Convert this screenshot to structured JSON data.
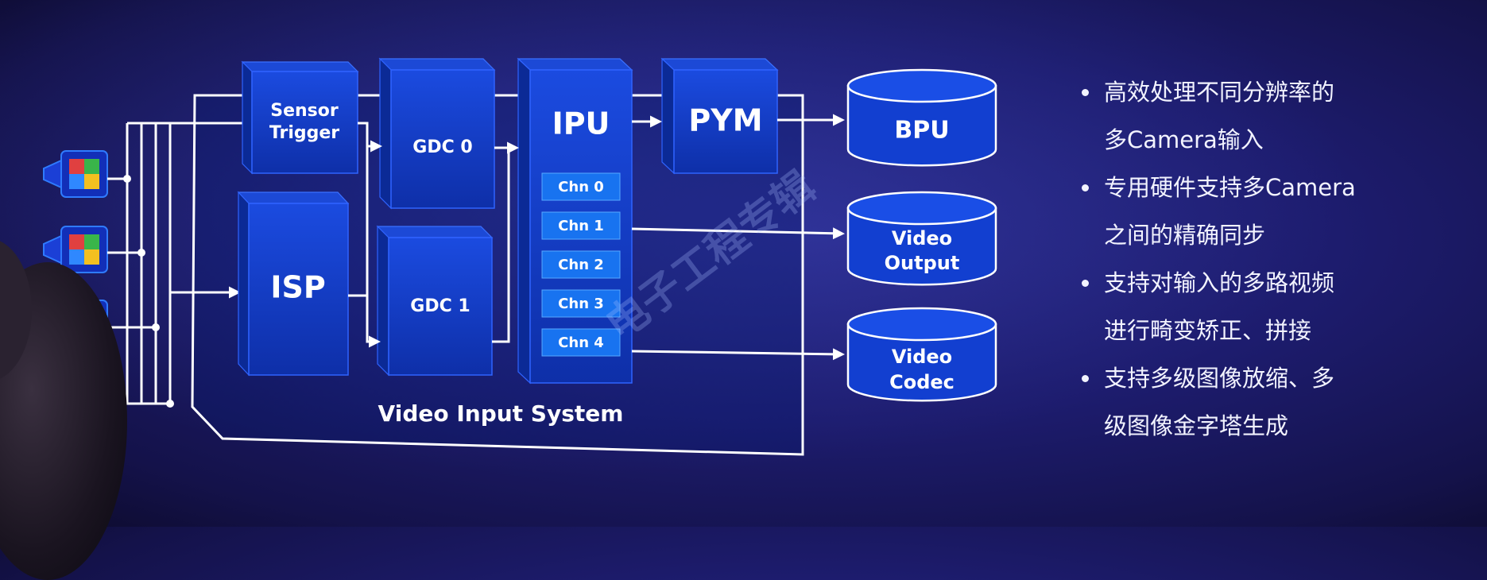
{
  "diagram": {
    "frame_label": "Video Input System",
    "boxes": {
      "sensor_trigger": [
        "Sensor",
        "Trigger"
      ],
      "isp": "ISP",
      "gdc0": "GDC 0",
      "gdc1": "GDC 1",
      "ipu": "IPU",
      "pym": "PYM"
    },
    "channels": [
      "Chn 0",
      "Chn 1",
      "Chn 2",
      "Chn 3",
      "Chn 4"
    ],
    "outputs": {
      "bpu": "BPU",
      "video_output": [
        "Video",
        "Output"
      ],
      "video_codec": [
        "Video",
        "Codec"
      ]
    },
    "watermark": "电子工程专辑"
  },
  "bullets": [
    [
      "高效处理不同分辨率的",
      "多Camera输入"
    ],
    [
      "专用硬件支持多Camera",
      "之间的精确同步"
    ],
    [
      "支持对输入的多路视频",
      "进行畸变矫正、拼接"
    ],
    [
      "支持多级图像放缩、多",
      "级图像金字塔生成"
    ]
  ],
  "colors": {
    "background": "#1d1c6e",
    "box_blue": "#1744c8",
    "channel_blue": "#1873f0",
    "line": "#ffffff"
  },
  "icons": [
    "camera-icon",
    "camera-icon",
    "camera-icon",
    "camera-icon"
  ]
}
